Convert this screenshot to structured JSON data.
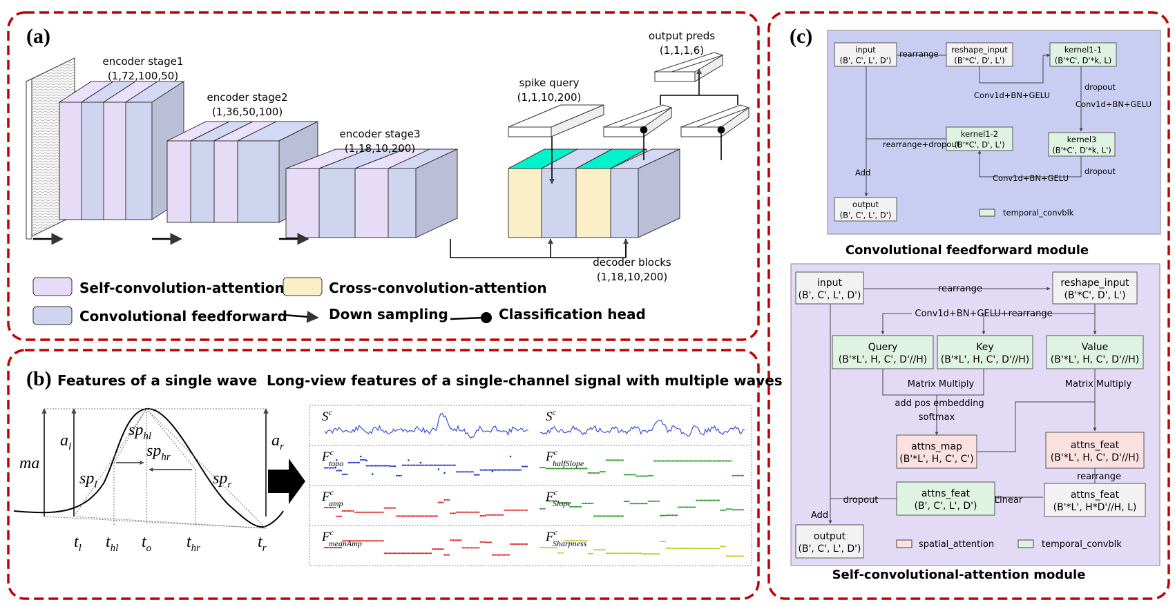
{
  "panel_a": {
    "label": "(a)",
    "encoder_stage1": {
      "name": "encoder stage1",
      "shape": "(1,72,100,50)"
    },
    "encoder_stage2": {
      "name": "encoder stage2",
      "shape": "(1,36,50,100)"
    },
    "encoder_stage3": {
      "name": "encoder stage3",
      "shape": "(1,18,10,200)"
    },
    "spike_query": {
      "name": "spike query",
      "shape": "(1,1,10,200)"
    },
    "output_preds": {
      "name": "output preds",
      "shape": "(1,1,1,6)"
    },
    "decoder_blocks": {
      "name": "decoder blocks",
      "shape": "(1,18,10,200)"
    },
    "legend": {
      "self_conv_attention": "Self-convolution-attention",
      "cross_conv_attention": "Cross-convolution-attention",
      "conv_feedforward": "Convolutional feedforward",
      "down_sampling": "Down sampling",
      "classification_head": "Classification head"
    }
  },
  "panel_b": {
    "label": "(b)",
    "title_single": "Features of  a  single wave",
    "title_long": "Long-view features of  a single-channel signal with multiple waves",
    "wave_labels": {
      "ma": "ma",
      "al": "a",
      "al_sub": "l",
      "ar": "a",
      "ar_sub": "r",
      "sphl": "sp",
      "sphl_sub": "hl",
      "sphr": "sp",
      "sphr_sub": "hr",
      "spl": "sp",
      "spl_sub": "l",
      "spr": "sp",
      "spr_sub": "r",
      "tl": "t",
      "tl_sub": "l",
      "thl": "t",
      "thl_sub": "hl",
      "to": "t",
      "to_sub": "o",
      "thr": "t",
      "thr_sub": "hr",
      "tr": "t",
      "tr_sub": "r"
    },
    "feature_rows": [
      {
        "left": "S",
        "left_sup": "c",
        "left_sub": "",
        "right": "S",
        "right_sup": "c",
        "right_sub": ""
      },
      {
        "left": "F",
        "left_sup": "c",
        "left_sub": "topo",
        "right": "F",
        "right_sup": "c",
        "right_sub": "halfSlope"
      },
      {
        "left": "F",
        "left_sup": "c",
        "left_sub": "amp",
        "right": "F",
        "right_sup": "c",
        "right_sub": "Slope"
      },
      {
        "left": "F",
        "left_sup": "c",
        "left_sub": "meanAmp",
        "right": "F",
        "right_sup": "c",
        "right_sub": "Sharpness"
      }
    ],
    "colors": {
      "signal": "#3a4fd6",
      "topo": "#2030d0",
      "amp": "#e02020",
      "green": "#2a9a2a",
      "sharp": "#c8c820"
    }
  },
  "panel_c": {
    "label": "(c)",
    "conv_ff": {
      "title": "Convolutional feedforward module",
      "input": [
        "input",
        "(B', C', L', D')"
      ],
      "reshape_input": [
        "reshape_input",
        "(B'*C', D', L')"
      ],
      "kernel1_1": [
        "kernel1-1",
        "(B'*C', D'*k, L)"
      ],
      "kernel1_2": [
        "kernel1-2",
        "(B'*C', D', L')"
      ],
      "kernel3": [
        "kernel3",
        "(B'*C', D'*k, L')"
      ],
      "output": [
        "output",
        "(B', C', L', D')"
      ],
      "e_rearrange": "rearrange",
      "e_conv1": "Conv1d+BN+GELU",
      "e_dropout1": "dropout",
      "e_conv2": "Conv1d+BN+GELU",
      "e_dropout2": "dropout",
      "e_conv3": "Conv1d+BN+GELU",
      "e_rearrange_dropout": "rearrange+dropout",
      "e_add": "Add",
      "legend_temporal": "temporal_convblk"
    },
    "self_attn": {
      "title": "Self-convolutional-attention module",
      "input": [
        "input",
        "(B', C', L', D')"
      ],
      "reshape_input": [
        "reshape_input",
        "(B'*C',  D',  L')"
      ],
      "query": [
        "Query",
        "(B'*L', H, C', D'//H)"
      ],
      "key": [
        "Key",
        "(B'*L', H, C', D'//H)"
      ],
      "value": [
        "Value",
        "(B'*L', H, C', D'//H)"
      ],
      "attns_map": [
        "attns_map",
        "(B'*L', H, C', C')"
      ],
      "attns_feat1": [
        "attns_feat",
        "(B'*L',  H, C', D'//H)"
      ],
      "attns_feat2": [
        "attns_feat",
        "(B'*L', H*D'//H, L)"
      ],
      "attns_feat3": [
        "attns_feat",
        "(B', C', L', D')"
      ],
      "output": [
        "output",
        "(B', C', L', D')"
      ],
      "e_rearrange": "rearrange",
      "e_conv": "Conv1d+BN+GELU+rearrange",
      "e_mm1": "Matrix Multiply",
      "e_mm2": "Matrix Multiply",
      "e_pos": "add pos embedding",
      "e_softmax": "softmax",
      "e_rearrange2": "rearrange",
      "e_linear": "Linear",
      "e_dropout": "dropout",
      "e_add": "Add",
      "legend_spatial": "spatial_attention",
      "legend_temporal": "temporal_convblk"
    },
    "colors": {
      "green": "#dff3e3",
      "pink": "#fbe0e0",
      "gray": "#f2f2f2",
      "ff_bg": "#c9cdf2",
      "sa_bg": "#e3daf6"
    }
  },
  "colors": {
    "red_border": "#c00000",
    "self_attn": "#e6dcf8",
    "conv_ff": "#cfd4ef",
    "cross": "#fbefc8"
  }
}
